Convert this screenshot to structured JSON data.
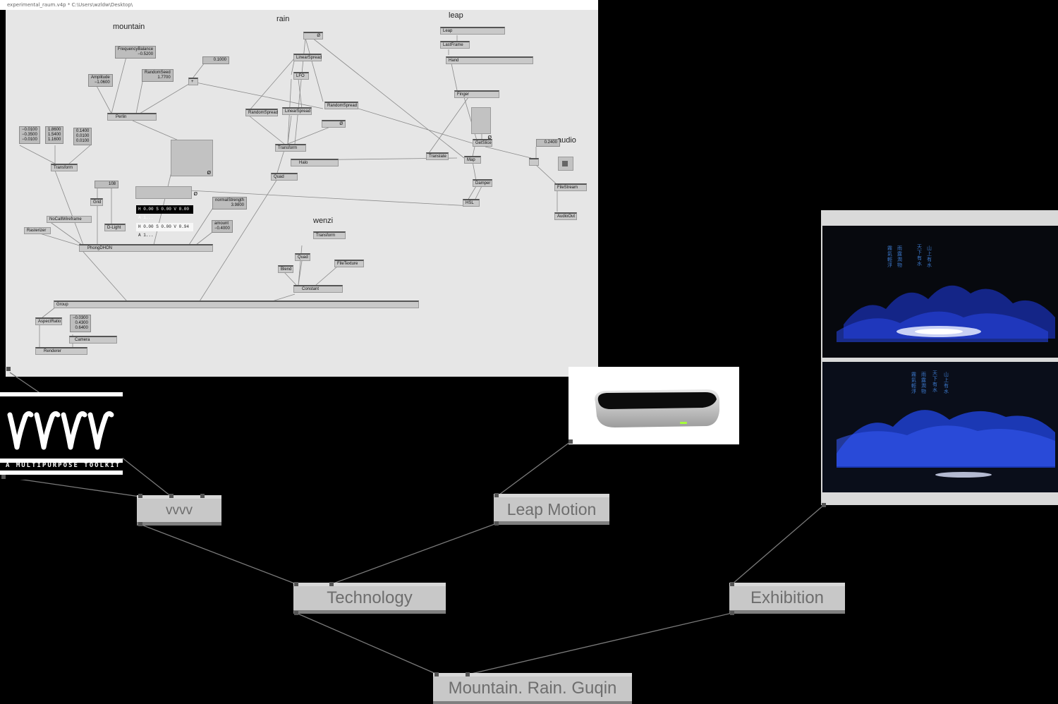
{
  "window": {
    "title": "experimental_raum.v4p *   C:\\Users\\wzldw\\Desktop\\"
  },
  "sections": {
    "mountain": "mountain",
    "rain": "rain",
    "leap": "leap",
    "audio": "audio",
    "wenzi": "wenzi"
  },
  "nodes": {
    "frequency_balance": "FrequencyBalance",
    "frequency_balance_val": "−0.5200",
    "amplitude": "Amplitude",
    "amplitude_val": "−1.0600",
    "random_seed": "RandomSeed",
    "random_seed_val": "1.7700",
    "val_01000": "0.1000",
    "plus": "+",
    "perlin": "Perlin",
    "vec1": "−0.0100\n−0.3500\n−0.0100",
    "vec2": "1.8600\n1.5400\n1.1600",
    "vec3": "0.1400\n0.0100\n0.0100",
    "transform_m": "Transform",
    "val_108": "108",
    "grid": "Grid",
    "nocall": "NoCallWireframe",
    "rasterizer": "Rasterizer",
    "dlight": "D-Light",
    "phong": "PhongDHON",
    "color_black": "H 0.00  S 0.00  V 0.00  A 1...",
    "color_white": "H 0.00  S 0.00  V 0.94  A 1...",
    "normal_strength": "normalStrength",
    "normal_strength_val": "3.9800",
    "amount": "amount",
    "amount_val": "−0.4000",
    "zero_o": "Ø",
    "linear_spread1": "LinearSpread",
    "lfo": "LFO",
    "random_spread1": "RandomSpread",
    "linear_spread2": "LinearSpread",
    "random_spread2": "RandomSpread",
    "transform_r": "Transform",
    "quad_r": "Quad",
    "halo": "Halo",
    "leap": "Leap",
    "last_frame": "LastFrame",
    "hand": "Hand",
    "finger": "Finger",
    "get_slice": "GetSlice",
    "translate": "Translate",
    "map": "Map",
    "damper": "Damper",
    "hsl": "HSL",
    "val_02400": "0.2400",
    "file_stream": "FileStream",
    "audio_out": "AudioOut",
    "transform_w": "Transform",
    "quad_w": "Quad",
    "blend": "Blend",
    "file_texture": "FileTexture",
    "constant": "Constant",
    "group": "Group",
    "aspect_ratio": "AspectRatio",
    "cam_vec": "−0.0300\n0.4300\n0.6400",
    "camera": "Camera",
    "renderer": "Renderer"
  },
  "logo": {
    "word": "VVVV",
    "tagline": "A MULTIPURPOSE TOOLKIT"
  },
  "diagram": {
    "vvvv": "vvvv",
    "leap_motion": "Leap Motion",
    "technology": "Technology",
    "exhibition": "Exhibition",
    "root": "Mountain. Rain. Guqin"
  },
  "exhibition_text": {
    "col1": "山上有水",
    "col2": "天下有水",
    "col3": "雨露潤物",
    "col4": "霧氣輕浮"
  },
  "colors": {
    "background": "#000000",
    "patch_bg": "#e6e6e6",
    "box": "#c8c8c8",
    "box_text": "#6e6e6e",
    "wire": "#777777",
    "projection_blue": "#1f3fd0"
  }
}
